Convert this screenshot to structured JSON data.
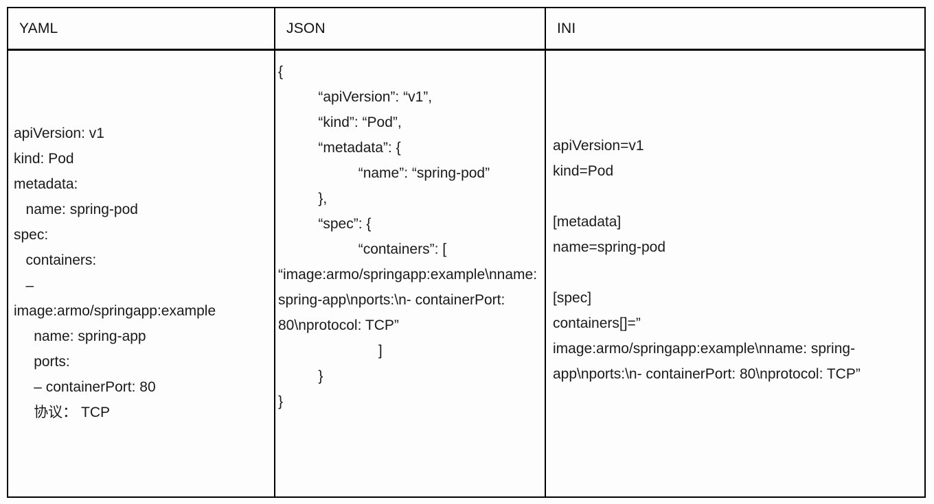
{
  "table": {
    "columns": [
      {
        "id": "yaml",
        "header": "YAML",
        "lines": [
          "apiVersion: v1",
          "kind: Pod",
          "metadata:",
          "   name: spring-pod",
          "spec:",
          "   containers:",
          "   –",
          "image:armo/springapp:example",
          "     name: spring-app",
          "     ports:",
          "     – containerPort: 80",
          "     协议： TCP"
        ]
      },
      {
        "id": "json",
        "header": "JSON",
        "lines": [
          "{",
          "          “apiVersion”: “v1”,",
          "          “kind”: “Pod”,",
          "          “metadata”: {",
          "                    “name”: “spring-pod”",
          "          },",
          "          “spec”: {",
          "                    “containers”: [",
          "“image:armo/springapp:example\\nname: spring-app\\nports:\\n- containerPort: 80\\nprotocol: TCP”",
          "                         ]",
          "          }",
          "}"
        ]
      },
      {
        "id": "ini",
        "header": "INI",
        "lines": [
          "apiVersion=v1",
          "kind=Pod",
          "",
          "[metadata]",
          "name=spring-pod",
          "",
          "[spec]",
          "containers[]=”",
          "image:armo/springapp:example\\nname: spring-app\\nports:\\n- containerPort: 80\\nprotocol: TCP”"
        ]
      }
    ]
  }
}
